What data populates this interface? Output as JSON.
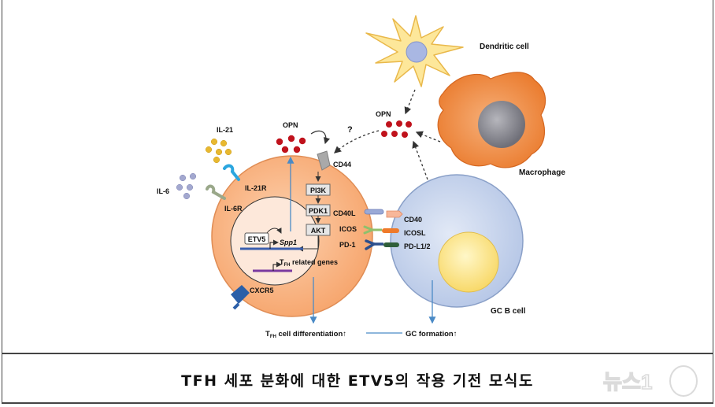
{
  "labels": {
    "dendritic_cell": "Dendritic cell",
    "macrophage": "Macrophage",
    "gc_b_cell": "GC B cell",
    "opn_left": "OPN",
    "opn_right": "OPN",
    "question": "?",
    "il21": "IL-21",
    "il21r": "IL-21R",
    "il6": "IL-6",
    "il6r": "IL-6R",
    "cd44": "CD44",
    "pi3k": "PI3K",
    "pdk1": "PDK1",
    "akt": "AKT",
    "etv5": "ETV5",
    "spp1": "Spp1",
    "tfh_related_t": "T",
    "tfh_related_sub": "FH",
    "tfh_related_rest": " related genes",
    "cd40l": "CD40L",
    "icos": "ICOS",
    "pd1": "PD-1",
    "cd40": "CD40",
    "icosl": "ICOSL",
    "pdl12": "PD-L1/2",
    "cxcr5": "CXCR5",
    "diff_t": "T",
    "diff_sub": "FH",
    "diff_rest": " cell differentiation↑",
    "gc_formation": "GC formation↑"
  },
  "caption": "TFH 세포 분화에 대한 ETV5의 작용 기전 모식도",
  "watermark": "뉴스1",
  "colors": {
    "tfh_cell": "#f9b98a",
    "nucleus": "#fde8da",
    "gc_b_cell": "#c9d6ee",
    "gc_nucleus": "#fdeb9a",
    "dendritic": "#fde79a",
    "macrophage": "#ef8a3c",
    "opn": "#c0121c",
    "il21": "#e8b830",
    "il6": "#9ea4cc",
    "arrow_blue": "#4a8ac6"
  }
}
